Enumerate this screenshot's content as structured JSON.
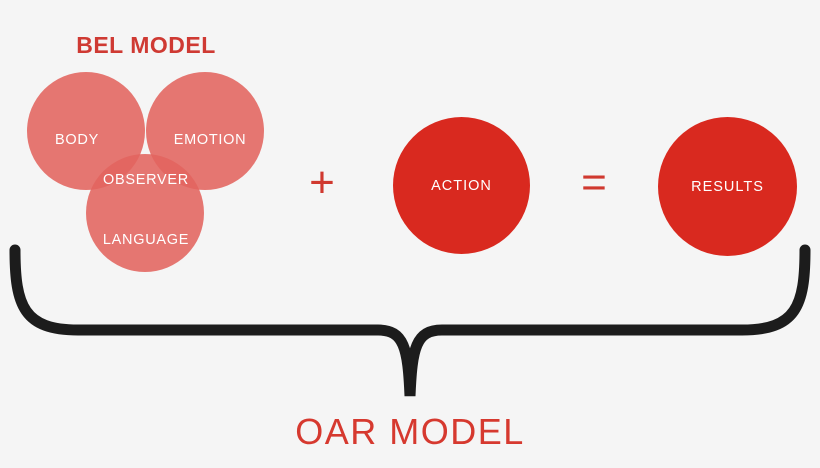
{
  "diagram": {
    "title_bel": "BEL MODEL",
    "title_oar": "OAR MODEL",
    "background_color": "#f5f5f5",
    "accent_color": "#d6392f",
    "venn_fill_color": "#e2645f",
    "solid_fill_color": "#d9291f",
    "brace_color": "#1c1c1c",
    "label_color": "#ffffff"
  },
  "venn": {
    "circles": [
      {
        "id": "body",
        "label": "BODY"
      },
      {
        "id": "emotion",
        "label": "EMOTION"
      },
      {
        "id": "language",
        "label": "LANGUAGE"
      }
    ],
    "center_label": "OBSERVER"
  },
  "equation": {
    "plus": "+",
    "equals": "=",
    "action_label": "ACTION",
    "results_label": "RESULTS"
  }
}
